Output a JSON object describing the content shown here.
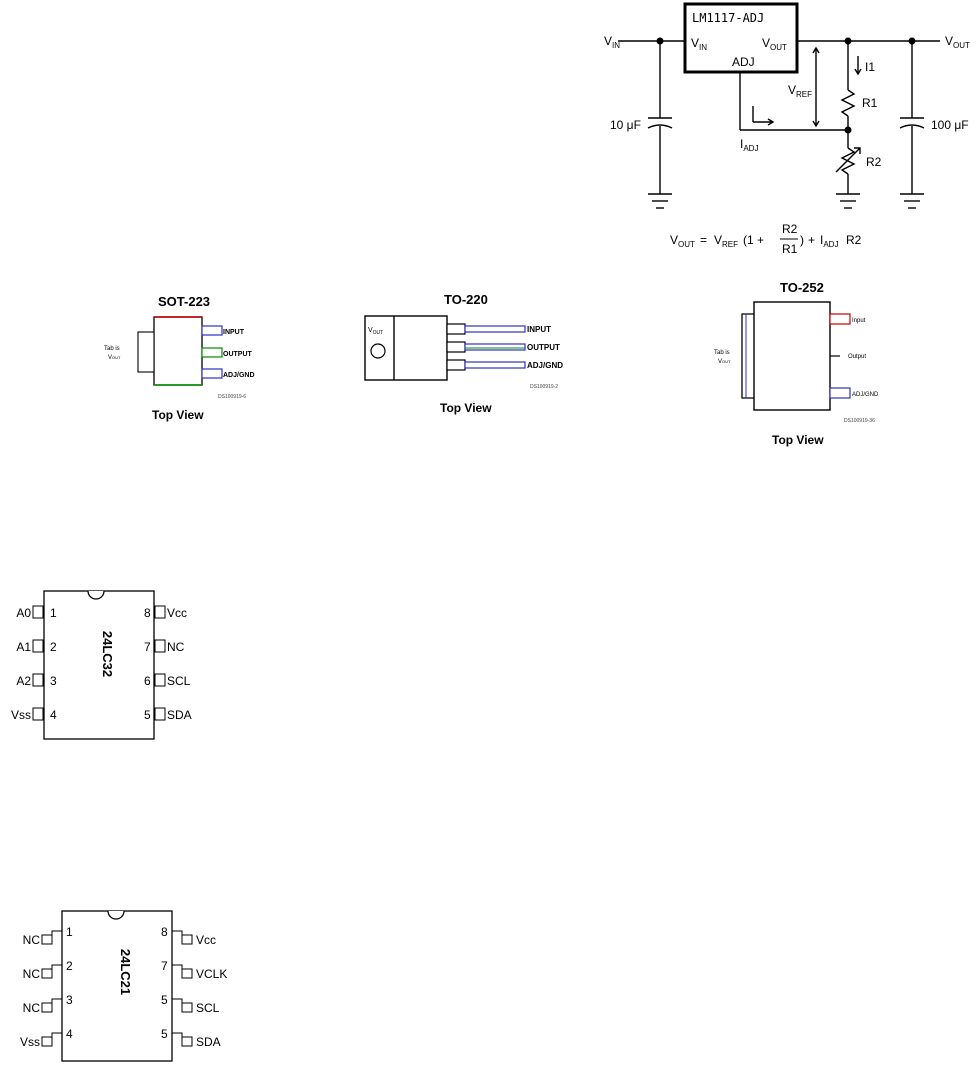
{
  "regulator": {
    "chip": "LM1117-ADJ",
    "vin": "V",
    "vin_sub": "IN",
    "pin_vin": "V",
    "pin_vin_sub": "IN",
    "pin_vout": "V",
    "pin_vout_sub": "OUT",
    "pin_adj": "ADJ",
    "vout": "V",
    "vout_sub": "OUT",
    "i1": "I1",
    "vref": "V",
    "vref_sub": "REF",
    "r1": "R1",
    "r2": "R2",
    "iadj": "I",
    "iadj_sub": "ADJ",
    "cap_in": "10 μF",
    "cap_out": "100 μF",
    "formula": {
      "v": "V",
      "out": "OUT",
      "eq": "=",
      "vref_v": "V",
      "ref": "REF",
      "open": "(1 +",
      "num": "R2",
      "den": "R1",
      "close": ")",
      "plus": "+",
      "i": "I",
      "adj": "ADJ",
      "r2": "R2"
    }
  },
  "packages": [
    {
      "title": "SOT-223",
      "tab_line1": "Tab is",
      "tab_line2": "V",
      "tab_sub": "OUT",
      "pins": [
        "INPUT",
        "OUTPUT",
        "ADJ/GND"
      ],
      "code": "DS100919-6",
      "view": "Top View"
    },
    {
      "title": "TO-220",
      "tab_label": "V",
      "tab_sub": "OUT",
      "pins": [
        "INPUT",
        "OUTPUT",
        "ADJ/GND"
      ],
      "code": "DS100919-2",
      "view": "Top View"
    },
    {
      "title": "TO-252",
      "tab_line1": "Tab is",
      "tab_line2": "V",
      "tab_sub": "OUT",
      "pins": [
        "Input",
        "Output",
        "ADJ/GND"
      ],
      "code": "DS100919-36",
      "view": "Top View"
    }
  ],
  "eeprom1": {
    "name": "24LC32",
    "left_pins": [
      {
        "label": "A0",
        "num": "1"
      },
      {
        "label": "A1",
        "num": "2"
      },
      {
        "label": "A2",
        "num": "3"
      },
      {
        "label": "Vss",
        "num": "4"
      }
    ],
    "right_pins": [
      {
        "label": "Vcc",
        "num": "8"
      },
      {
        "label": "NC",
        "num": "7"
      },
      {
        "label": "SCL",
        "num": "6"
      },
      {
        "label": "SDA",
        "num": "5"
      }
    ]
  },
  "eeprom2": {
    "name": "24LC21",
    "left_pins": [
      {
        "label": "NC",
        "num": "1"
      },
      {
        "label": "NC",
        "num": "2"
      },
      {
        "label": "NC",
        "num": "3"
      },
      {
        "label": "Vss",
        "num": "4"
      }
    ],
    "right_pins": [
      {
        "label": "Vcc",
        "num": "8"
      },
      {
        "label": "VCLK",
        "num": "7"
      },
      {
        "label": "SCL",
        "num": "5"
      },
      {
        "label": "SDA",
        "num": "5"
      }
    ]
  }
}
